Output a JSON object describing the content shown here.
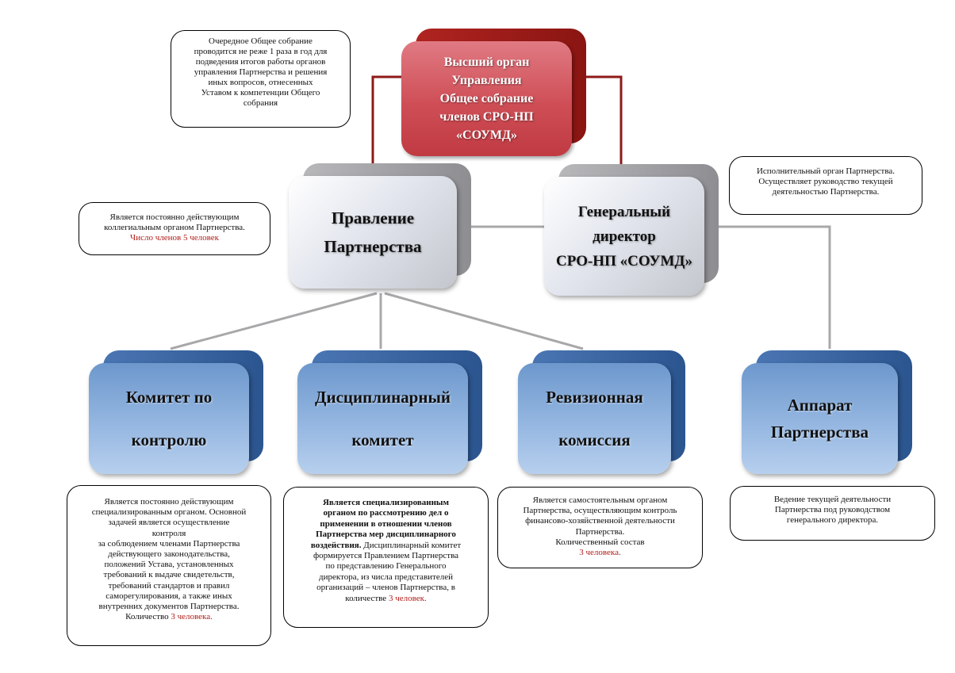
{
  "top_organ": {
    "label": "Высший орган\nУправления\nОбщее собрание\nчленов СРО-НП\n«СОУМД»",
    "note": "Очередное Общее собрание\nпроводится не реже 1 раза в год для\nподведения итогов работы органов\nуправления  Партнерства и решения\nиных вопросов, отнесенных\nУставом к компетенции  Общего\nсобрания"
  },
  "board": {
    "label": "Правление\nПартнерства",
    "note_text": "Является постоянно действующим\nколлегиальным органом Партнерства.",
    "note_count": "Число членов 5 человек"
  },
  "director": {
    "label": "Генеральный\nдиректор\nСРО-НП «СОУМД»",
    "note": "Исполнительный  орган Партнерства.\nОсуществляет руководство текущей\nдеятельностью Партнерства."
  },
  "committee_control": {
    "label": "Комитет по\nконтролю",
    "note_text": "Является постоянно  действующим\nспециализированным  органом. Основной\nзадачей является осуществление\nконтроля\nза соблюдением  членами Партнерства\nдействующего  законодательства,\nположений  Устава, установленных\nтребований  к выдаче свидетельств,\nтребований  стандартов  и правил\nсаморегулирования,  а также иных\nвнутренних  документов Партнерства.",
    "note_count_prefix": "Количество  ",
    "note_count": "3  человека."
  },
  "committee_discipline": {
    "label": "Дисциплинарный\nкомитет",
    "note_bold": "Является специализированным\nорганом по рассмотрению дел о\nприменении в отношении членов\nПартнерства мер дисциплинарного\nвоздействия.",
    "note_text": " Дисциплинарный  комитет\nформируется Правлением  Партнерства\nпо представлению  Генерального\nдиректора,  из числа представителей\nорганизаций – членов Партнерства, в\nколичестве ",
    "note_count": "3 человек."
  },
  "audit": {
    "label": "Ревизионная\nкомиссия",
    "note_text": "Является самостоятельным  органом\nПартнерства, осуществляющим  контроль\nфинансово-хозяйственной  деятельности\nПартнерства.\nКоличественный  состав",
    "note_count": "3  человека."
  },
  "apparatus": {
    "label": "Аппарат\nПартнерства",
    "note": "Ведение  текущей деятельности\nПартнерства под руководством\nгенерального директора."
  }
}
